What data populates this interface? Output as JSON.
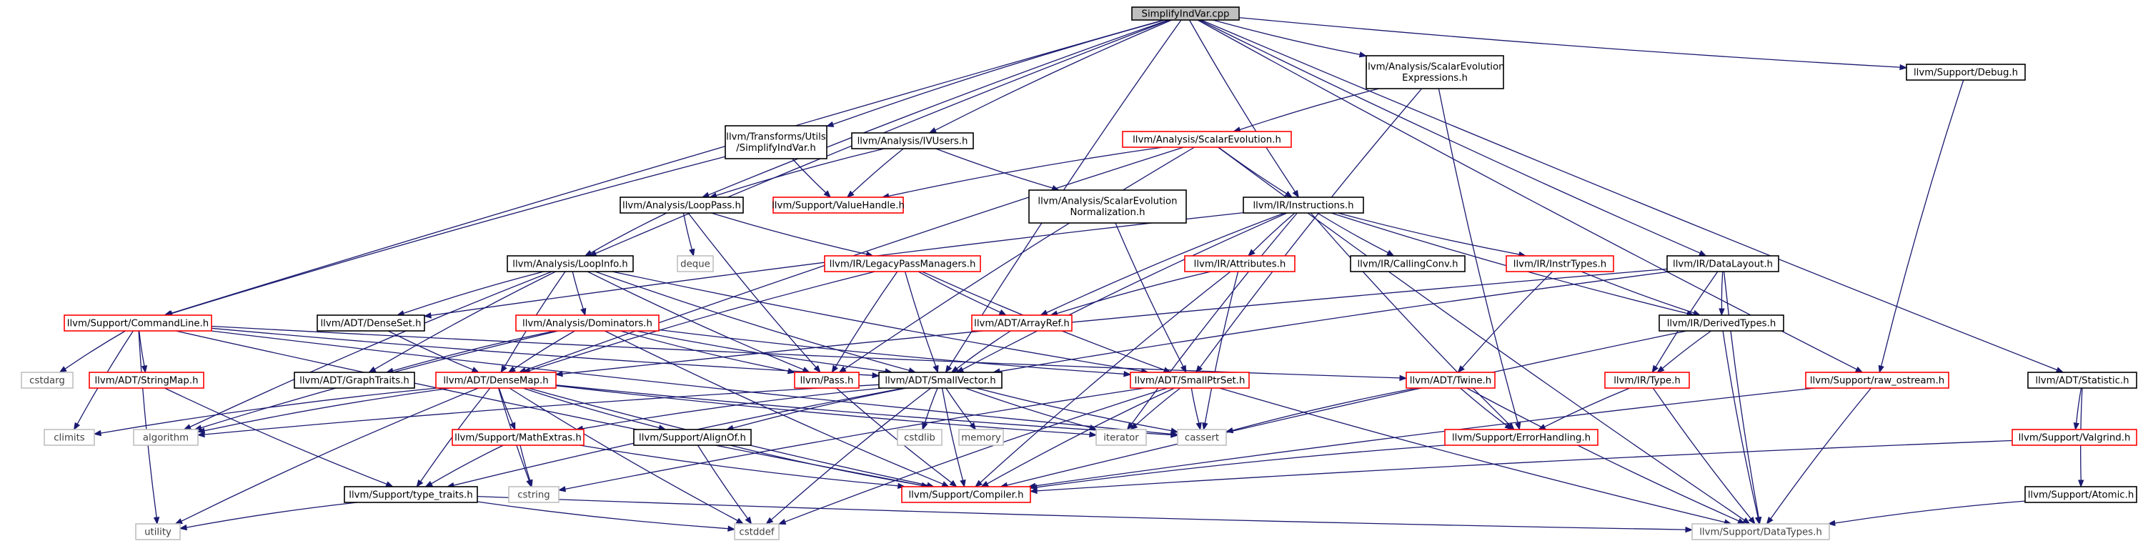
{
  "title": "SimplifyIndVar.cpp",
  "colors": {
    "root_fill": "#bfbfbf",
    "normal_border": "#000000",
    "truncated_border": "#ff0000",
    "external_border": "#bfbfbf",
    "external_text": "#404040",
    "edge": "#191970"
  },
  "nodes": [
    {
      "id": "root",
      "lines": [
        "SimplifyIndVar.cpp"
      ],
      "kind": "root"
    },
    {
      "id": "sev_expr",
      "lines": [
        "llvm/Analysis/ScalarEvolution",
        "Expressions.h"
      ],
      "kind": "normal"
    },
    {
      "id": "debug",
      "lines": [
        "llvm/Support/Debug.h"
      ],
      "kind": "normal"
    },
    {
      "id": "sev",
      "lines": [
        "llvm/Analysis/ScalarEvolution.h"
      ],
      "kind": "truncated"
    },
    {
      "id": "tu_siv",
      "lines": [
        "llvm/Transforms/Utils",
        "/SimplifyIndVar.h"
      ],
      "kind": "normal"
    },
    {
      "id": "ivusers",
      "lines": [
        "llvm/Analysis/IVUsers.h"
      ],
      "kind": "normal"
    },
    {
      "id": "looppass",
      "lines": [
        "llvm/Analysis/LoopPass.h"
      ],
      "kind": "normal"
    },
    {
      "id": "valuehandle",
      "lines": [
        "llvm/Support/ValueHandle.h"
      ],
      "kind": "truncated"
    },
    {
      "id": "sev_norm",
      "lines": [
        "llvm/Analysis/ScalarEvolution",
        "Normalization.h"
      ],
      "kind": "normal"
    },
    {
      "id": "instructions",
      "lines": [
        "llvm/IR/Instructions.h"
      ],
      "kind": "normal"
    },
    {
      "id": "deque",
      "lines": [
        "deque"
      ],
      "kind": "external"
    },
    {
      "id": "loopinfo",
      "lines": [
        "llvm/Analysis/LoopInfo.h"
      ],
      "kind": "normal"
    },
    {
      "id": "legacypm",
      "lines": [
        "llvm/IR/LegacyPassManagers.h"
      ],
      "kind": "truncated"
    },
    {
      "id": "attributes",
      "lines": [
        "llvm/IR/Attributes.h"
      ],
      "kind": "truncated"
    },
    {
      "id": "callingconv",
      "lines": [
        "llvm/IR/CallingConv.h"
      ],
      "kind": "normal"
    },
    {
      "id": "instrtypes",
      "lines": [
        "llvm/IR/InstrTypes.h"
      ],
      "kind": "truncated"
    },
    {
      "id": "datalayout",
      "lines": [
        "llvm/IR/DataLayout.h"
      ],
      "kind": "normal"
    },
    {
      "id": "commandline",
      "lines": [
        "llvm/Support/CommandLine.h"
      ],
      "kind": "truncated"
    },
    {
      "id": "denseset",
      "lines": [
        "llvm/ADT/DenseSet.h"
      ],
      "kind": "normal"
    },
    {
      "id": "dominators",
      "lines": [
        "llvm/Analysis/Dominators.h"
      ],
      "kind": "truncated"
    },
    {
      "id": "arrayref",
      "lines": [
        "llvm/ADT/ArrayRef.h"
      ],
      "kind": "truncated"
    },
    {
      "id": "derivedtypes",
      "lines": [
        "llvm/IR/DerivedTypes.h"
      ],
      "kind": "normal"
    },
    {
      "id": "statistic",
      "lines": [
        "llvm/ADT/Statistic.h"
      ],
      "kind": "normal"
    },
    {
      "id": "cstdarg",
      "lines": [
        "cstdarg"
      ],
      "kind": "external"
    },
    {
      "id": "stringmap",
      "lines": [
        "llvm/ADT/StringMap.h"
      ],
      "kind": "truncated"
    },
    {
      "id": "graphtraits",
      "lines": [
        "llvm/ADT/GraphTraits.h"
      ],
      "kind": "normal"
    },
    {
      "id": "densemap",
      "lines": [
        "llvm/ADT/DenseMap.h"
      ],
      "kind": "truncated"
    },
    {
      "id": "pass",
      "lines": [
        "llvm/Pass.h"
      ],
      "kind": "truncated"
    },
    {
      "id": "smallvector",
      "lines": [
        "llvm/ADT/SmallVector.h"
      ],
      "kind": "normal"
    },
    {
      "id": "smallptrset",
      "lines": [
        "llvm/ADT/SmallPtrSet.h"
      ],
      "kind": "truncated"
    },
    {
      "id": "twine",
      "lines": [
        "llvm/ADT/Twine.h"
      ],
      "kind": "truncated"
    },
    {
      "id": "type",
      "lines": [
        "llvm/IR/Type.h"
      ],
      "kind": "truncated"
    },
    {
      "id": "raw_ostream",
      "lines": [
        "llvm/Support/raw_ostream.h"
      ],
      "kind": "truncated"
    },
    {
      "id": "climits",
      "lines": [
        "climits"
      ],
      "kind": "external"
    },
    {
      "id": "algorithm",
      "lines": [
        "algorithm"
      ],
      "kind": "external"
    },
    {
      "id": "mathextras",
      "lines": [
        "llvm/Support/MathExtras.h"
      ],
      "kind": "truncated"
    },
    {
      "id": "alignof",
      "lines": [
        "llvm/Support/AlignOf.h"
      ],
      "kind": "normal"
    },
    {
      "id": "cstdlib",
      "lines": [
        "cstdlib"
      ],
      "kind": "external"
    },
    {
      "id": "memory",
      "lines": [
        "memory"
      ],
      "kind": "external"
    },
    {
      "id": "iterator",
      "lines": [
        "iterator"
      ],
      "kind": "external"
    },
    {
      "id": "cassert",
      "lines": [
        "cassert"
      ],
      "kind": "external"
    },
    {
      "id": "errorhandling",
      "lines": [
        "llvm/Support/ErrorHandling.h"
      ],
      "kind": "truncated"
    },
    {
      "id": "valgrind",
      "lines": [
        "llvm/Support/Valgrind.h"
      ],
      "kind": "truncated"
    },
    {
      "id": "typetraits",
      "lines": [
        "llvm/Support/type_traits.h"
      ],
      "kind": "normal"
    },
    {
      "id": "cstring",
      "lines": [
        "cstring"
      ],
      "kind": "external"
    },
    {
      "id": "compiler",
      "lines": [
        "llvm/Support/Compiler.h"
      ],
      "kind": "truncated"
    },
    {
      "id": "atomic",
      "lines": [
        "llvm/Support/Atomic.h"
      ],
      "kind": "normal"
    },
    {
      "id": "utility",
      "lines": [
        "utility"
      ],
      "kind": "external"
    },
    {
      "id": "cstddef",
      "lines": [
        "cstddef"
      ],
      "kind": "external"
    },
    {
      "id": "datatypes",
      "lines": [
        "llvm/Support/DataTypes.h"
      ],
      "kind": "external"
    }
  ],
  "edges": [
    [
      "root",
      "sev_expr"
    ],
    [
      "root",
      "debug"
    ],
    [
      "root",
      "tu_siv"
    ],
    [
      "root",
      "ivusers"
    ],
    [
      "root",
      "looppass"
    ],
    [
      "root",
      "datalayout"
    ],
    [
      "root",
      "commandline"
    ],
    [
      "root",
      "loopinfo"
    ],
    [
      "root",
      "smallvector"
    ],
    [
      "root",
      "raw_ostream"
    ],
    [
      "root",
      "statistic"
    ],
    [
      "root",
      "instructions"
    ],
    [
      "sev_expr",
      "sev"
    ],
    [
      "sev_expr",
      "smallptrset"
    ],
    [
      "sev_expr",
      "errorhandling"
    ],
    [
      "debug",
      "raw_ostream"
    ],
    [
      "sev",
      "instructions"
    ],
    [
      "sev",
      "valuehandle"
    ],
    [
      "sev",
      "pass"
    ],
    [
      "sev",
      "densemap"
    ],
    [
      "sev",
      "datatypes"
    ],
    [
      "tu_siv",
      "valuehandle"
    ],
    [
      "tu_siv",
      "commandline"
    ],
    [
      "ivusers",
      "looppass"
    ],
    [
      "ivusers",
      "valuehandle"
    ],
    [
      "ivusers",
      "sev_norm"
    ],
    [
      "looppass",
      "loopinfo"
    ],
    [
      "looppass",
      "deque"
    ],
    [
      "looppass",
      "legacypm"
    ],
    [
      "looppass",
      "pass"
    ],
    [
      "sev_norm",
      "smallptrset"
    ],
    [
      "instructions",
      "attributes"
    ],
    [
      "instructions",
      "callingconv"
    ],
    [
      "instructions",
      "instrtypes"
    ],
    [
      "instructions",
      "derivedtypes"
    ],
    [
      "instructions",
      "arrayref"
    ],
    [
      "instructions",
      "smallvector"
    ],
    [
      "instructions",
      "errorhandling"
    ],
    [
      "instructions",
      "iterator"
    ],
    [
      "instructions",
      "denseset"
    ],
    [
      "loopinfo",
      "denseset"
    ],
    [
      "loopinfo",
      "dominators"
    ],
    [
      "loopinfo",
      "densemap"
    ],
    [
      "loopinfo",
      "graphtraits"
    ],
    [
      "loopinfo",
      "pass"
    ],
    [
      "loopinfo",
      "smallvector"
    ],
    [
      "loopinfo",
      "algorithm"
    ],
    [
      "loopinfo",
      "smallptrset"
    ],
    [
      "legacypm",
      "arrayref"
    ],
    [
      "legacypm",
      "pass"
    ],
    [
      "legacypm",
      "smallvector"
    ],
    [
      "legacypm",
      "densemap"
    ],
    [
      "legacypm",
      "smallptrset"
    ],
    [
      "attributes",
      "arrayref"
    ],
    [
      "attributes",
      "cassert"
    ],
    [
      "attributes",
      "compiler"
    ],
    [
      "instrtypes",
      "derivedtypes"
    ],
    [
      "instrtypes",
      "twine"
    ],
    [
      "datalayout",
      "derivedtypes"
    ],
    [
      "datalayout",
      "type"
    ],
    [
      "datalayout",
      "densemap"
    ],
    [
      "datalayout",
      "smallvector"
    ],
    [
      "datalayout",
      "datatypes"
    ],
    [
      "commandline",
      "cstdarg"
    ],
    [
      "commandline",
      "stringmap"
    ],
    [
      "commandline",
      "climits"
    ],
    [
      "commandline",
      "smallvector"
    ],
    [
      "commandline",
      "twine"
    ],
    [
      "commandline",
      "utility"
    ],
    [
      "commandline",
      "compiler"
    ],
    [
      "commandline",
      "cassert"
    ],
    [
      "denseset",
      "densemap"
    ],
    [
      "dominators",
      "densemap"
    ],
    [
      "dominators",
      "graphtraits"
    ],
    [
      "dominators",
      "smallptrset"
    ],
    [
      "dominators",
      "smallvector"
    ],
    [
      "dominators",
      "pass"
    ],
    [
      "dominators",
      "algorithm"
    ],
    [
      "dominators",
      "compiler"
    ],
    [
      "arrayref",
      "smallvector"
    ],
    [
      "derivedtypes",
      "type"
    ],
    [
      "derivedtypes",
      "datatypes"
    ],
    [
      "derivedtypes",
      "compiler"
    ],
    [
      "statistic",
      "valgrind"
    ],
    [
      "statistic",
      "atomic"
    ],
    [
      "stringmap",
      "typetraits"
    ],
    [
      "densemap",
      "mathextras"
    ],
    [
      "densemap",
      "alignof"
    ],
    [
      "densemap",
      "typetraits"
    ],
    [
      "densemap",
      "algorithm"
    ],
    [
      "densemap",
      "iterator"
    ],
    [
      "densemap",
      "climits"
    ],
    [
      "densemap",
      "utility"
    ],
    [
      "densemap",
      "cstddef"
    ],
    [
      "densemap",
      "cstring"
    ],
    [
      "densemap",
      "compiler"
    ],
    [
      "densemap",
      "cassert"
    ],
    [
      "pass",
      "compiler"
    ],
    [
      "smallvector",
      "algorithm"
    ],
    [
      "smallvector",
      "alignof"
    ],
    [
      "smallvector",
      "cstdlib"
    ],
    [
      "smallvector",
      "memory"
    ],
    [
      "smallvector",
      "iterator"
    ],
    [
      "smallvector",
      "cassert"
    ],
    [
      "smallvector",
      "typetraits"
    ],
    [
      "smallvector",
      "compiler"
    ],
    [
      "smallvector",
      "cstddef"
    ],
    [
      "smallvector",
      "mathextras"
    ],
    [
      "smallptrset",
      "cassert"
    ],
    [
      "smallptrset",
      "iterator"
    ],
    [
      "smallptrset",
      "cstring"
    ],
    [
      "smallptrset",
      "compiler"
    ],
    [
      "smallptrset",
      "cstddef"
    ],
    [
      "smallptrset",
      "datatypes"
    ],
    [
      "twine",
      "cassert"
    ],
    [
      "twine",
      "errorhandling"
    ],
    [
      "twine",
      "datatypes"
    ],
    [
      "type",
      "errorhandling"
    ],
    [
      "type",
      "datatypes"
    ],
    [
      "raw_ostream",
      "compiler"
    ],
    [
      "raw_ostream",
      "datatypes"
    ],
    [
      "mathextras",
      "typetraits"
    ],
    [
      "mathextras",
      "cstring"
    ],
    [
      "mathextras",
      "compiler"
    ],
    [
      "alignof",
      "cstddef"
    ],
    [
      "alignof",
      "compiler"
    ],
    [
      "errorhandling",
      "compiler"
    ],
    [
      "valgrind",
      "compiler"
    ],
    [
      "typetraits",
      "utility"
    ],
    [
      "typetraits",
      "cstddef"
    ],
    [
      "typetraits",
      "datatypes"
    ],
    [
      "atomic",
      "datatypes"
    ]
  ]
}
